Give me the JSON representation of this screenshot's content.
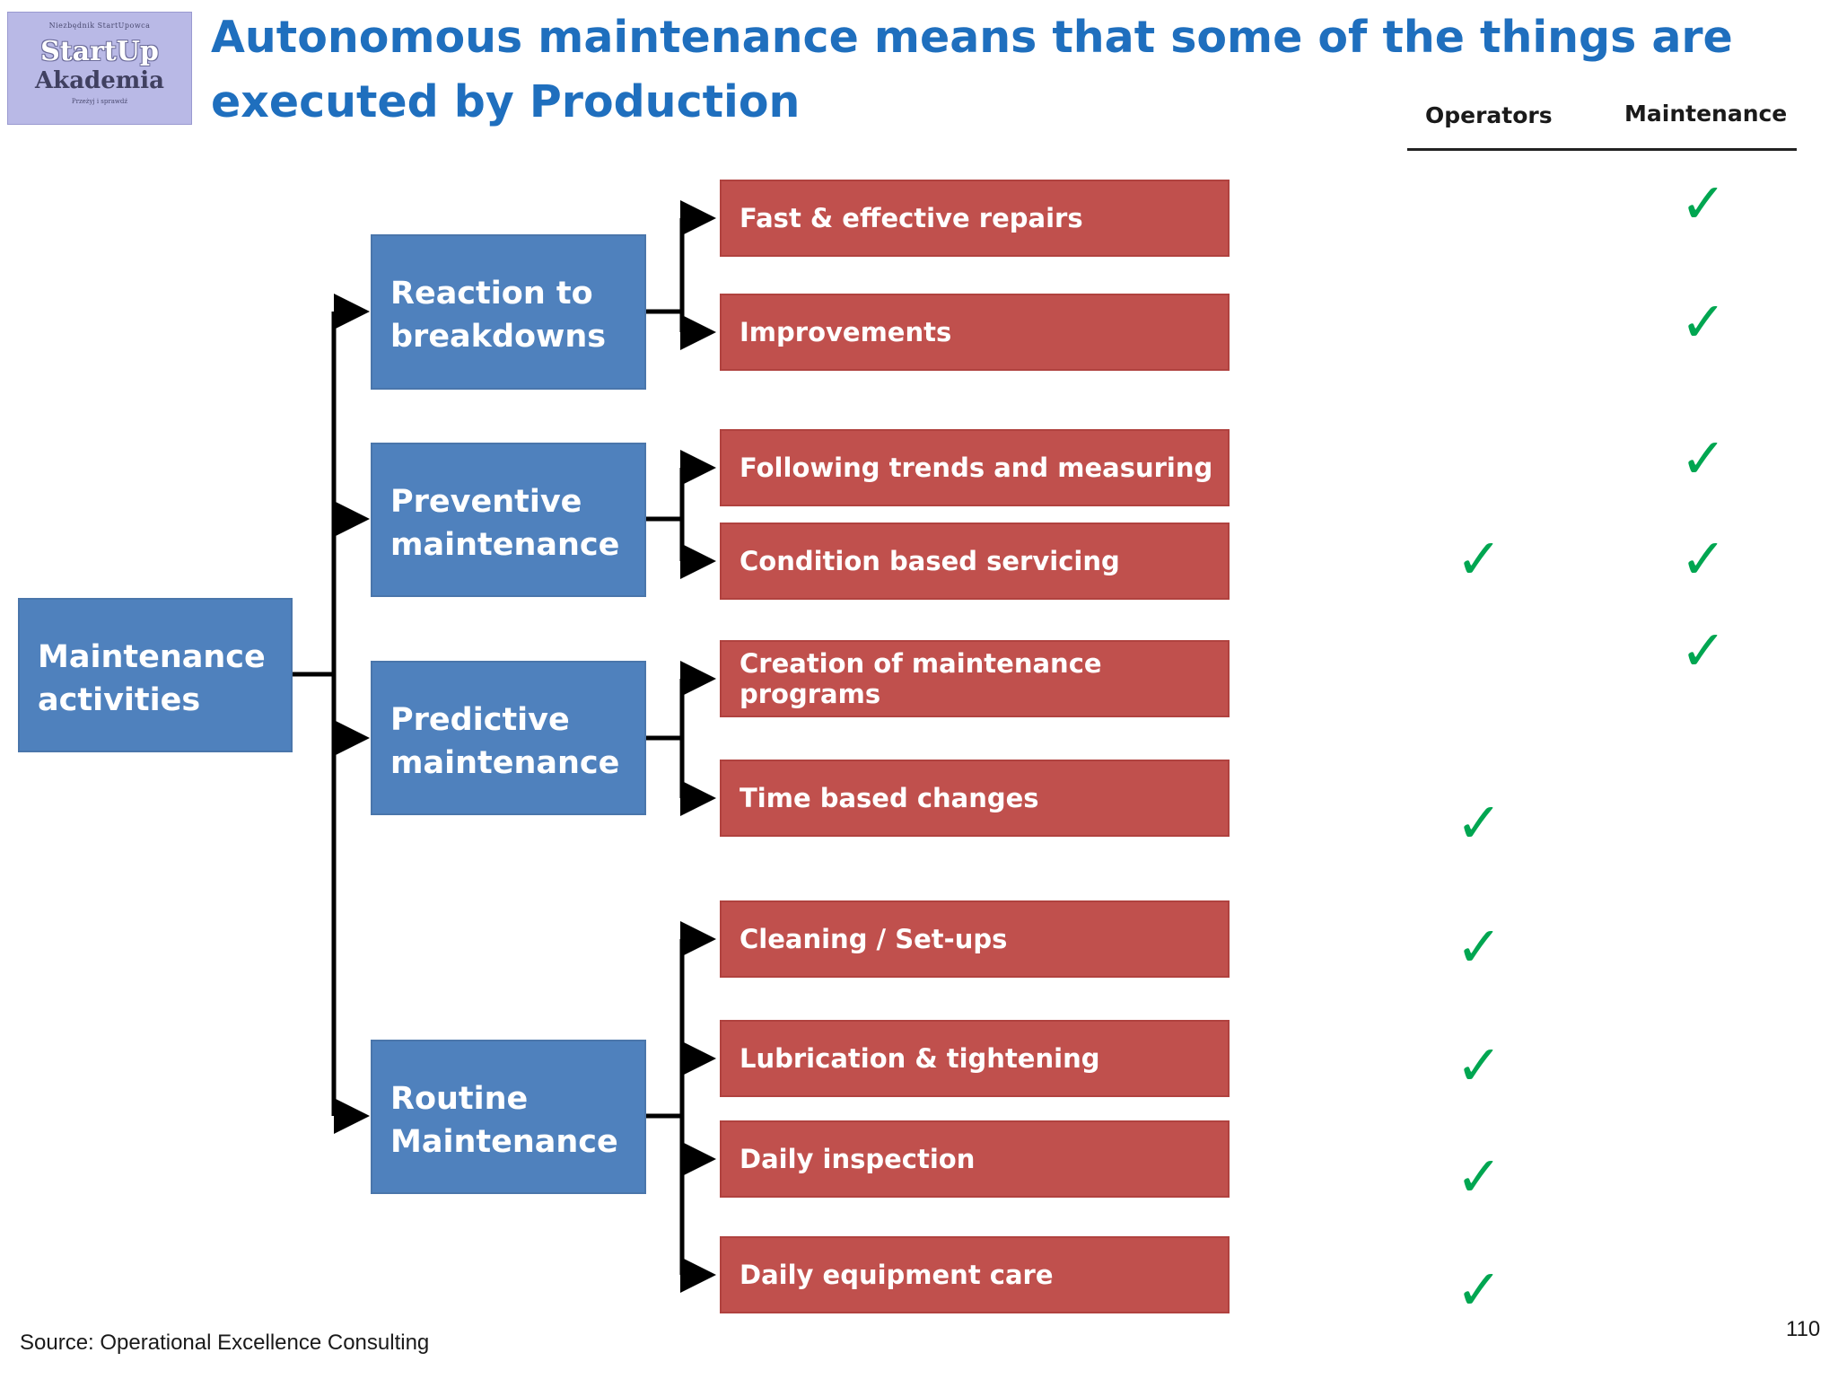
{
  "logo": {
    "top_text": "Niezbędnik StartUpowca",
    "line1": "StartUp",
    "line2": "Akademia",
    "bottom_text": "Przeżyj i sprawdź"
  },
  "title": "Autonomous maintenance means that some of the things are executed by Production",
  "columns": {
    "operators": "Operators",
    "maintenance": "Maintenance"
  },
  "root": "Maintenance activities",
  "categories": [
    {
      "label": "Reaction to breakdowns"
    },
    {
      "label": "Preventive maintenance"
    },
    {
      "label": "Predictive maintenance"
    },
    {
      "label": "Routine Maintenance"
    }
  ],
  "activities": [
    {
      "label": "Fast & effective repairs",
      "category": "Reaction to breakdowns",
      "operators": false,
      "maintenance": true
    },
    {
      "label": "Improvements",
      "category": "Reaction to breakdowns",
      "operators": false,
      "maintenance": true
    },
    {
      "label": "Following trends and measuring",
      "category": "Preventive maintenance",
      "operators": false,
      "maintenance": true
    },
    {
      "label": "Condition based servicing",
      "category": "Preventive maintenance",
      "operators": true,
      "maintenance": true
    },
    {
      "label": "Creation of maintenance programs",
      "category": "Predictive maintenance",
      "operators": false,
      "maintenance": true
    },
    {
      "label": "Time based changes",
      "category": "Predictive maintenance",
      "operators": true,
      "maintenance": false
    },
    {
      "label": "Cleaning / Set-ups",
      "category": "Routine Maintenance",
      "operators": true,
      "maintenance": false
    },
    {
      "label": "Lubrication & tightening",
      "category": "Routine Maintenance",
      "operators": true,
      "maintenance": false
    },
    {
      "label": "Daily inspection",
      "category": "Routine Maintenance",
      "operators": true,
      "maintenance": false
    },
    {
      "label": "Daily equipment care",
      "category": "Routine Maintenance",
      "operators": true,
      "maintenance": false
    }
  ],
  "check_symbol": "✓",
  "source": "Source: Operational Excellence Consulting",
  "page_number": "110",
  "colors": {
    "title": "#1f6fbe",
    "blue_box": "#4f81bd",
    "red_box": "#c0504d",
    "check": "#00a651"
  }
}
